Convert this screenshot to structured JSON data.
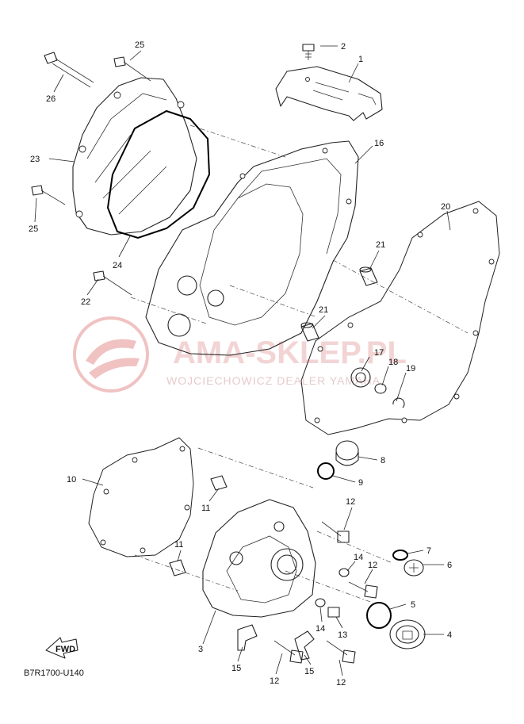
{
  "diagram": {
    "code": "B7R1700-U140",
    "fwd_label": "FWD",
    "watermark": {
      "main": "AMA-SKLEP.PL",
      "sub": "WOJCIECHOWICZ DEALER YAMAHA"
    },
    "callouts": [
      {
        "id": "c1",
        "label": "1"
      },
      {
        "id": "c2",
        "label": "2"
      },
      {
        "id": "c3",
        "label": "3"
      },
      {
        "id": "c4",
        "label": "4"
      },
      {
        "id": "c5",
        "label": "5"
      },
      {
        "id": "c6",
        "label": "6"
      },
      {
        "id": "c7",
        "label": "7"
      },
      {
        "id": "c8",
        "label": "8"
      },
      {
        "id": "c9",
        "label": "9"
      },
      {
        "id": "c10",
        "label": "10"
      },
      {
        "id": "c11a",
        "label": "11"
      },
      {
        "id": "c11b",
        "label": "11"
      },
      {
        "id": "c12a",
        "label": "12"
      },
      {
        "id": "c12b",
        "label": "12"
      },
      {
        "id": "c12c",
        "label": "12"
      },
      {
        "id": "c12d",
        "label": "12"
      },
      {
        "id": "c13",
        "label": "13"
      },
      {
        "id": "c14a",
        "label": "14"
      },
      {
        "id": "c14b",
        "label": "14"
      },
      {
        "id": "c15a",
        "label": "15"
      },
      {
        "id": "c15b",
        "label": "15"
      },
      {
        "id": "c16",
        "label": "16"
      },
      {
        "id": "c17",
        "label": "17"
      },
      {
        "id": "c18",
        "label": "18"
      },
      {
        "id": "c19",
        "label": "19"
      },
      {
        "id": "c20",
        "label": "20"
      },
      {
        "id": "c21a",
        "label": "21"
      },
      {
        "id": "c21b",
        "label": "21"
      },
      {
        "id": "c22",
        "label": "22"
      },
      {
        "id": "c23",
        "label": "23"
      },
      {
        "id": "c24",
        "label": "24"
      },
      {
        "id": "c25a",
        "label": "25"
      },
      {
        "id": "c25b",
        "label": "25"
      },
      {
        "id": "c26",
        "label": "26"
      }
    ]
  }
}
